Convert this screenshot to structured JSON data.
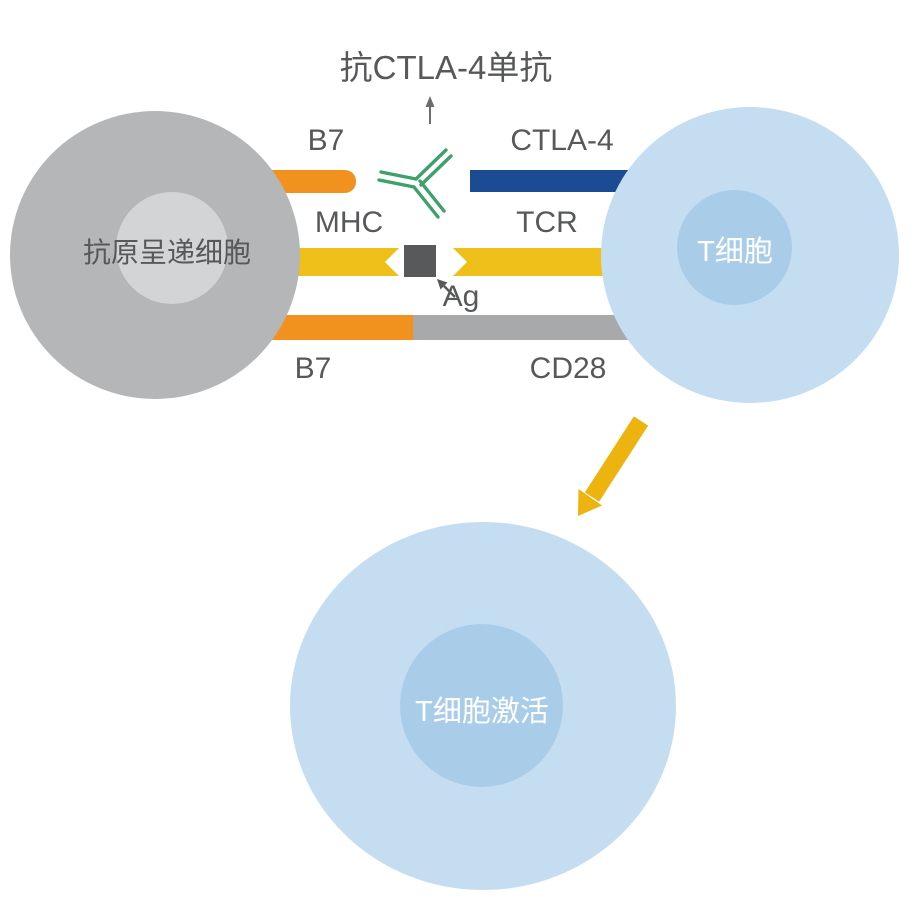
{
  "title": "抗CTLA-4单抗",
  "molecules": {
    "b7_top": "B7",
    "ctla4": "CTLA-4",
    "mhc": "MHC",
    "tcr": "TCR",
    "ag": "Ag",
    "b7_bottom": "B7",
    "cd28": "CD28"
  },
  "cells": {
    "apc": {
      "label": "抗原呈递细胞"
    },
    "tcell": {
      "label": "T细胞"
    },
    "activated": {
      "label": "T细胞激活"
    }
  },
  "icons": {
    "antibody": "antibody-y-icon",
    "up_arrow": "up-arrow-icon",
    "ag_pointer": "ag-pointer-arrow-icon",
    "activation_arrow": "activation-arrow-icon"
  },
  "colors": {
    "b7_orange": "#F2921E",
    "ctla4_navy": "#1B4C93",
    "mhc_tcr_yellow": "#EFC01A",
    "cd28_gray": "#A7A9AB",
    "ag_dark_gray": "#58595B",
    "apc_gray": "#B5B6B8",
    "apc_nucleus_gray": "#D3D4D5",
    "tcell_blue": "#C5DDF1",
    "tcell_nucleus_blue": "#A9CDE9",
    "antibody_green": "#3EA06B",
    "activation_arrow_gold": "#EDB30F",
    "text_dark": "#57585A",
    "text_light": "#FFFFFF"
  }
}
